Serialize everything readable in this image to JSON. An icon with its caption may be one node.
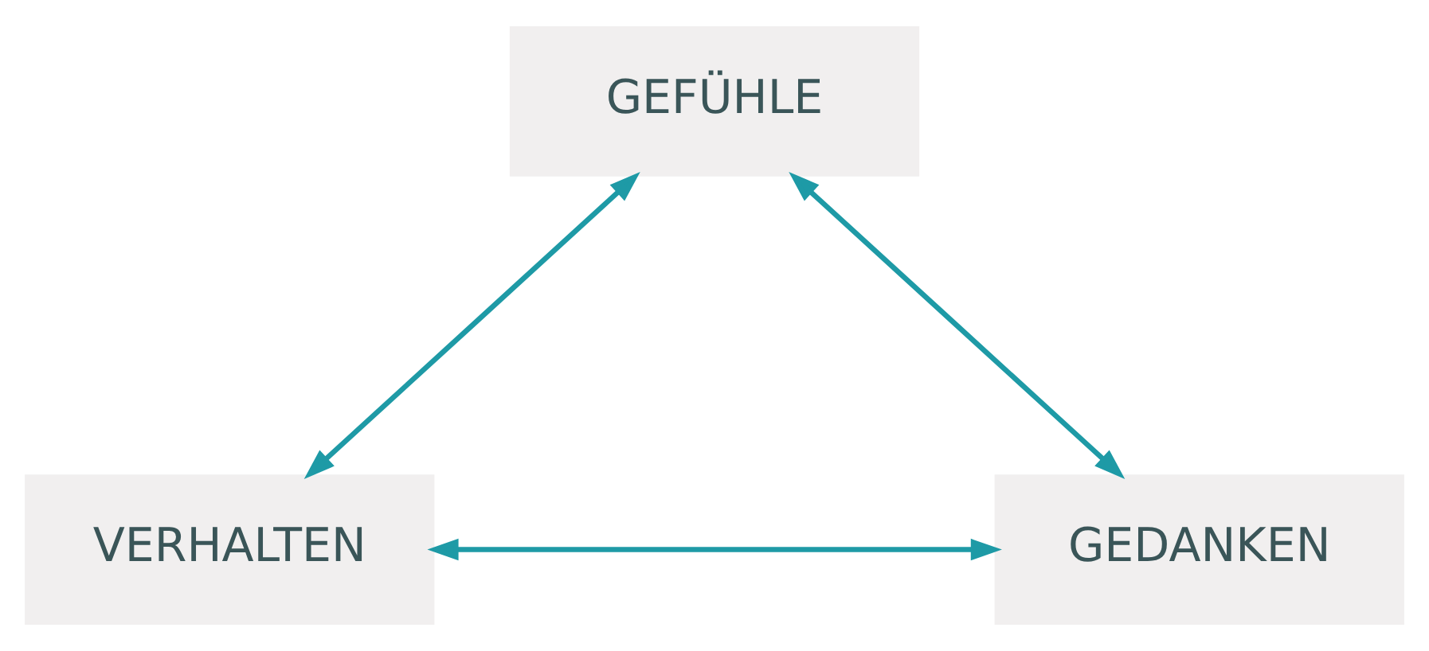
{
  "diagram": {
    "nodes": [
      {
        "text": [
          "GEFÜHLE"
        ]
      },
      {
        "text": [
          "VERHALTEN"
        ]
      },
      {
        "text": [
          "GEDANKEN"
        ]
      }
    ],
    "edges": [
      {
        "from": 0,
        "to": 1,
        "arrow": "both"
      },
      {
        "from": 0,
        "to": 2,
        "arrow": "both"
      },
      {
        "from": 1,
        "to": 2,
        "arrow": "both"
      }
    ]
  }
}
